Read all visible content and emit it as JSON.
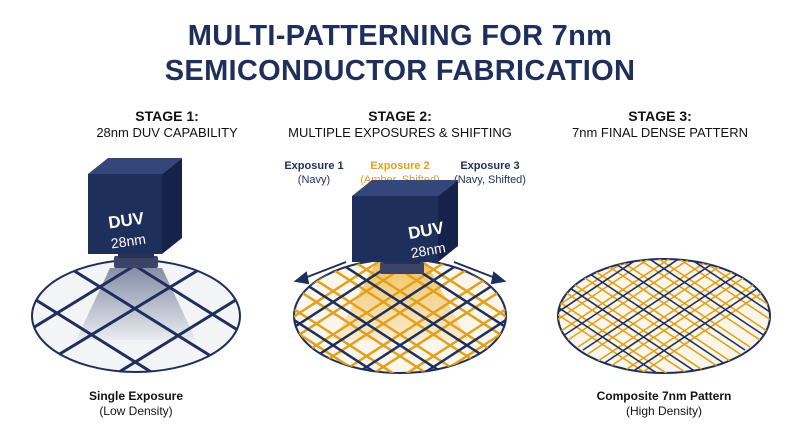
{
  "title": {
    "line1": "MULTI-PATTERNING FOR 7nm",
    "line2": "SEMICONDUCTOR FABRICATION"
  },
  "stages": [
    {
      "label": "STAGE 1:",
      "subtitle": "28nm DUV CAPABILITY"
    },
    {
      "label": "STAGE 2:",
      "subtitle": "MULTIPLE EXPOSURES & SHIFTING"
    },
    {
      "label": "STAGE 3:",
      "subtitle": "7nm FINAL DENSE PATTERN"
    }
  ],
  "exposures": [
    {
      "title": "Exposure 1",
      "note": "(Navy)"
    },
    {
      "title": "Exposure 2",
      "note": "(Amber, Shifted)"
    },
    {
      "title": "Exposure 3",
      "note": "(Navy, Shifted)"
    }
  ],
  "duv_box": {
    "line1": "DUV",
    "line2": "28nm"
  },
  "captions": {
    "stage1": {
      "main": "Single Exposure",
      "sub": "(Low Density)"
    },
    "stage3": {
      "main": "Composite 7nm Pattern",
      "sub": "(High Density)"
    }
  },
  "colors": {
    "navy": "#1f2f5c",
    "amber": "#e0a020",
    "wafer_fill": "#f3f4f6"
  }
}
